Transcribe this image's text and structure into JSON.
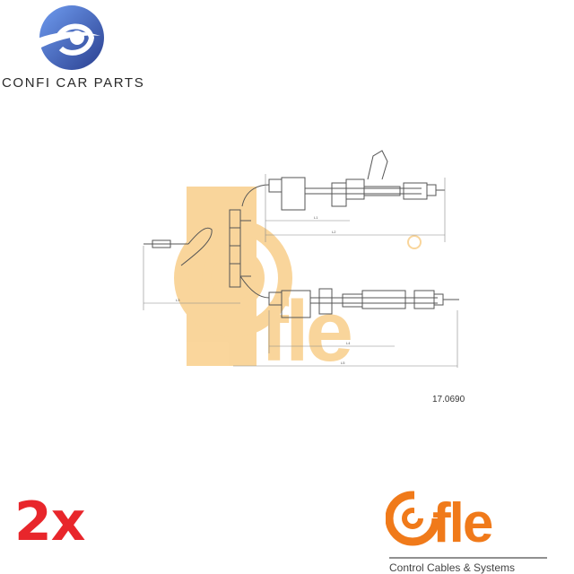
{
  "brand": {
    "name": "CONFI CAR PARTS",
    "logo_icon": "swirl-logo-icon",
    "logo_colors": {
      "primary": "#4a6fd1",
      "dark": "#2a3f8f"
    }
  },
  "quantity": {
    "label": "2x",
    "color": "#e8262b"
  },
  "diagram": {
    "part_number": "17.0690",
    "watermark": "Cofle",
    "watermark_color": "#f5b44a",
    "dimension_labels": [
      "L1",
      "L2",
      "L3",
      "L4",
      "L5"
    ]
  },
  "cofle_logo": {
    "text": "Cofle",
    "color": "#f07a1a",
    "tagline": "Control Cables & Systems"
  }
}
